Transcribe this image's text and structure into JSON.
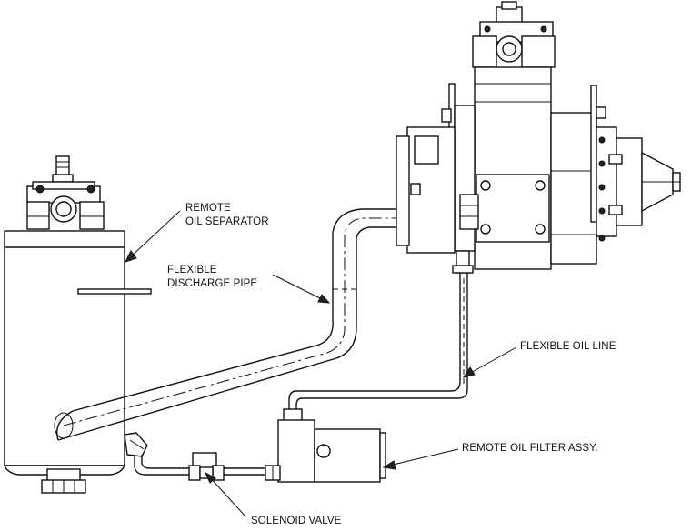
{
  "labels": {
    "remote_oil_separator_line1": "REMOTE",
    "remote_oil_separator_line2": "OIL SEPARATOR",
    "flexible_discharge_pipe_line1": "FLEXIBLE",
    "flexible_discharge_pipe_line2": "DISCHARGE PIPE",
    "flexible_oil_line": "FLEXIBLE OIL LINE",
    "remote_oil_filter_assy": "REMOTE OIL FILTER ASSY.",
    "solenoid_valve": "SOLENOID VALVE"
  }
}
